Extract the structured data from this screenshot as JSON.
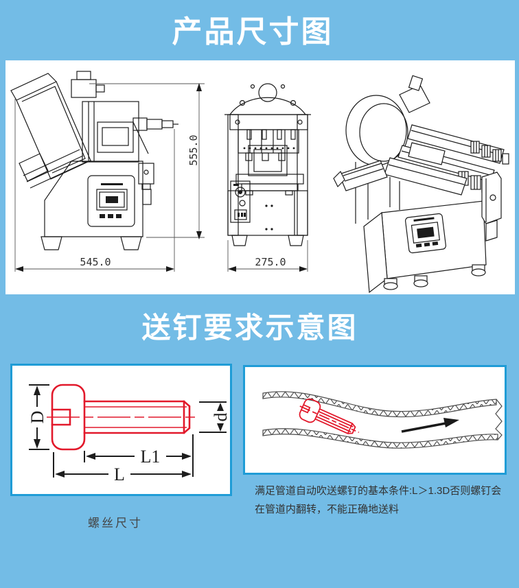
{
  "colors": {
    "background": "#73BCE6",
    "panel_border": "#1F9CD6",
    "accent_red": "#E2192B",
    "header_text": "#FFFFFF",
    "body_text": "#333333"
  },
  "product_section": {
    "title": "产品尺寸图",
    "dim_height": "555.0",
    "dim_width": "545.0",
    "dim_depth": "275.0"
  },
  "feeding_section": {
    "title": "送钉要求示意图",
    "screw_caption": "螺丝尺寸",
    "label_head_diameter": "D",
    "label_shaft_diameter": "d",
    "label_thread_length": "L1",
    "label_total_length": "L",
    "note_line1": "满足管道自动吹送螺钉的基本条件:L＞1.3D否则螺钉会",
    "note_line2": "在管道内翻转，不能正确地送料"
  }
}
